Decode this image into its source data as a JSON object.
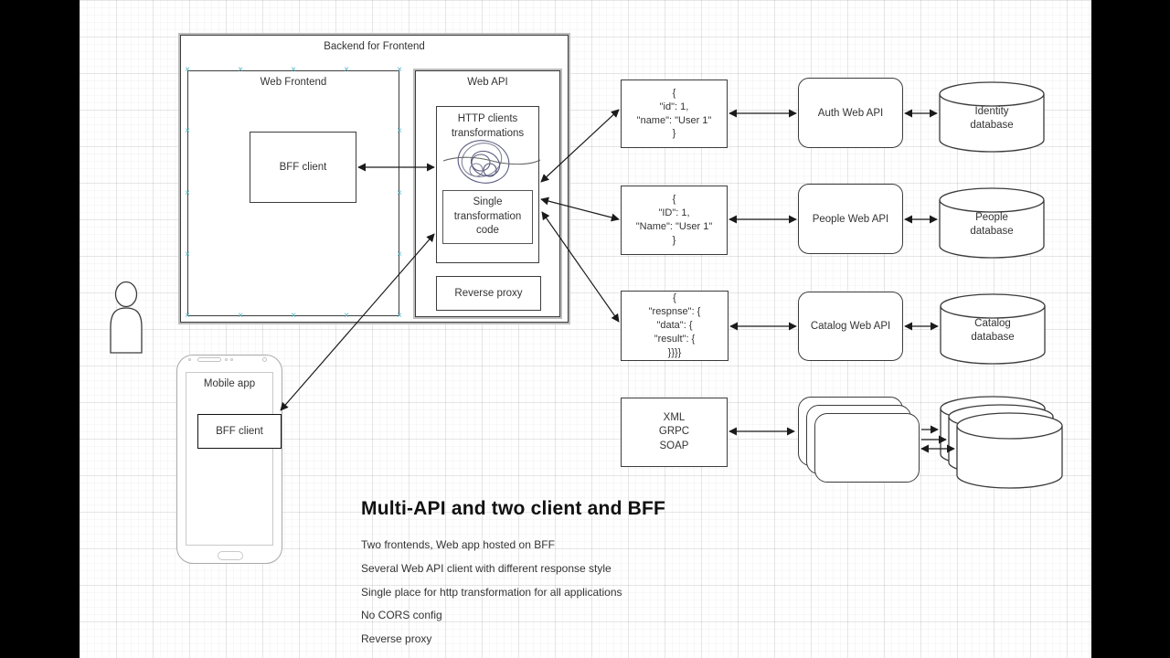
{
  "colors": {
    "connection_point": "#4fb6c6",
    "scribble": "#4a4a73",
    "arrow": "#1a1a1a"
  },
  "bff": {
    "container_title": "Backend for Frontend",
    "web_frontend": {
      "title": "Web Frontend",
      "bff_client": "BFF client"
    },
    "web_api": {
      "title": "Web API",
      "http_clients": "HTTP clients\ntransformations",
      "single_transformation": "Single\ntransformation\ncode",
      "reverse_proxy": "Reverse proxy"
    }
  },
  "rows": [
    {
      "json": "{\n\"id\": 1,\n\"name\": \"User 1\"\n}",
      "api": "Auth Web API",
      "db": "Identity\ndatabase"
    },
    {
      "json": "{\n\"ID\": 1,\n\"Name\": \"User 1\"\n}",
      "api": "People Web API",
      "db": "People\ndatabase"
    },
    {
      "json": "{\n\"respnse\": {\n\"data\": {\n\"result\": {\n}}}}",
      "api": "Catalog Web API",
      "db": "Catalog\ndatabase"
    }
  ],
  "row4": {
    "protocols": "XML\nGRPC\nSOAP"
  },
  "mobile": {
    "title": "Mobile app",
    "bff_client": "BFF client"
  },
  "notes": {
    "title": "Multi-API and two client and BFF",
    "lines": [
      "Two frontends, Web app hosted on BFF",
      "Several Web API client with different response style",
      "Single place for http transformation for all applications",
      "No CORS config",
      "Reverse proxy"
    ]
  }
}
